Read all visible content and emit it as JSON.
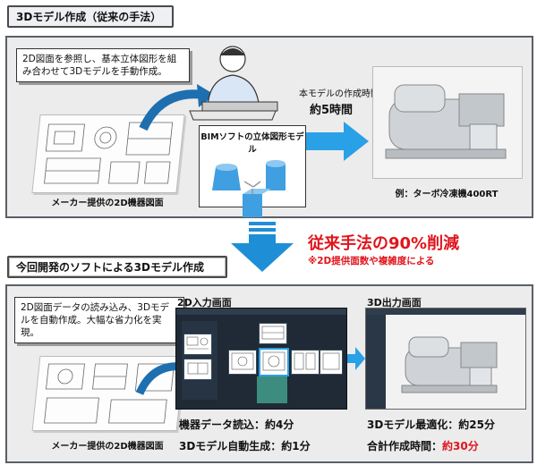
{
  "section_top_title": "3Dモデル作成（従来の手法）",
  "top_bubble_text": "2D図面を参照し、基本立体図形を組み合わせて3Dモデルを手動作成。",
  "top_drawing_caption": "メーカー提供の2D機器図面",
  "bim_label": "BIMソフトの立体図形モデル",
  "time_label": "本モデルの作成時間",
  "time_value": "約5時間",
  "example_caption": "例：ターボ冷凍機400RT",
  "reduction_title": "従来手法の90%削減",
  "reduction_note": "※2D提供面数や複雑度による",
  "section_bottom_title": "今回開発のソフトによる3Dモデル作成",
  "bottom_bubble_text": "2D図面データの読み込み、3Dモデルを自動作成。大幅な省力化を実現。",
  "bottom_drawing_caption": "メーカー提供の2D機器図面",
  "input_screen_label": "2D入力画面",
  "output_screen_label": "3D出力画面",
  "step_read": "機器データ読込：約4分",
  "step_generate": "3Dモデル自動生成：約1分",
  "step_optimize": "3Dモデル最適化：約25分",
  "total_label": "合計作成時間：",
  "total_value": "約30分",
  "colors": {
    "accent_blue": "#1e8fd6",
    "reduction_red": "#e0141c",
    "panel_border": "#5a5f66",
    "screen_dark": "#1f2a36"
  }
}
